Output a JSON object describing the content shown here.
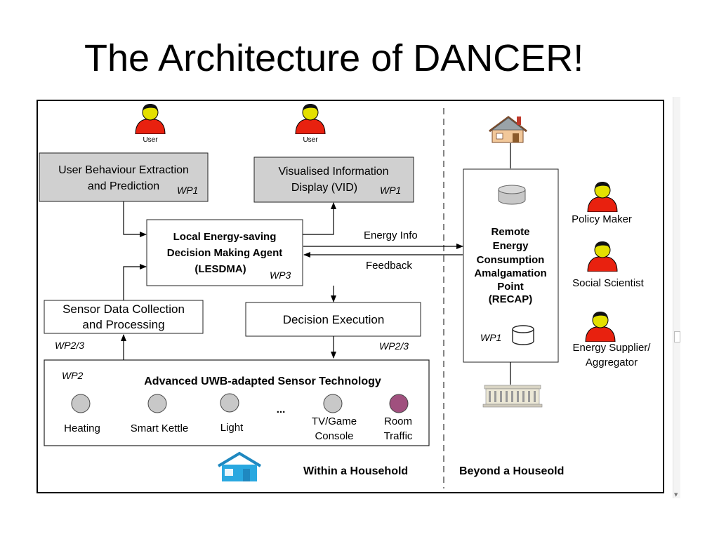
{
  "slide": {
    "title": "The Architecture of DANCER!"
  },
  "diagram": {
    "users": {
      "left_label": "User",
      "right_label": "User"
    },
    "nodes": {
      "user_behaviour": {
        "line1": "User Behaviour Extraction",
        "line2": "and Prediction",
        "wp": "WP1"
      },
      "vid": {
        "line1": "Visualised Information",
        "line2": "Display (VID)",
        "wp": "WP1"
      },
      "lesdma": {
        "line1": "Local Energy-saving",
        "line2": "Decision Making Agent",
        "line3": "(LESDMA)",
        "wp": "WP3"
      },
      "sensor_data": {
        "line1": "Sensor Data Collection",
        "line2": "and Processing",
        "wp": "WP2/3"
      },
      "decision_execution": {
        "label": "Decision Execution",
        "wp": "WP2/3"
      },
      "recap": {
        "line1": "Remote",
        "line2": "Energy",
        "line3": "Consumption",
        "line4": "Amalgamation",
        "line5": "Point",
        "line6": "(RECAP)",
        "wp": "WP1"
      },
      "sensor_tech": {
        "title": "Advanced UWB-adapted Sensor Technology",
        "wp": "WP2",
        "ellipsis": "...",
        "devices": [
          {
            "name": "Heating",
            "color": "#c8c8c8"
          },
          {
            "name": "Smart Kettle",
            "color": "#c8c8c8"
          },
          {
            "name": "Light",
            "color": "#c8c8c8"
          },
          {
            "line1": "TV/Game",
            "line2": "Console",
            "color": "#c8c8c8"
          },
          {
            "line1": "Room",
            "line2": "Traffic",
            "color": "#a0507e"
          }
        ]
      }
    },
    "edges": {
      "energy_info": "Energy Info",
      "feedback": "Feedback"
    },
    "stakeholders": {
      "policy_maker": "Policy Maker",
      "social_scientist": "Social Scientist",
      "energy_supplier_line1": "Energy Supplier/",
      "energy_supplier_line2": "Aggregator"
    },
    "regions": {
      "within": "Within a Household",
      "beyond": "Beyond a Houseold"
    },
    "colors": {
      "person_body": "#e8210f",
      "person_head": "#e4e000",
      "shaded_box": "#d0d0d0",
      "house_blue": "#29a8e0"
    }
  }
}
